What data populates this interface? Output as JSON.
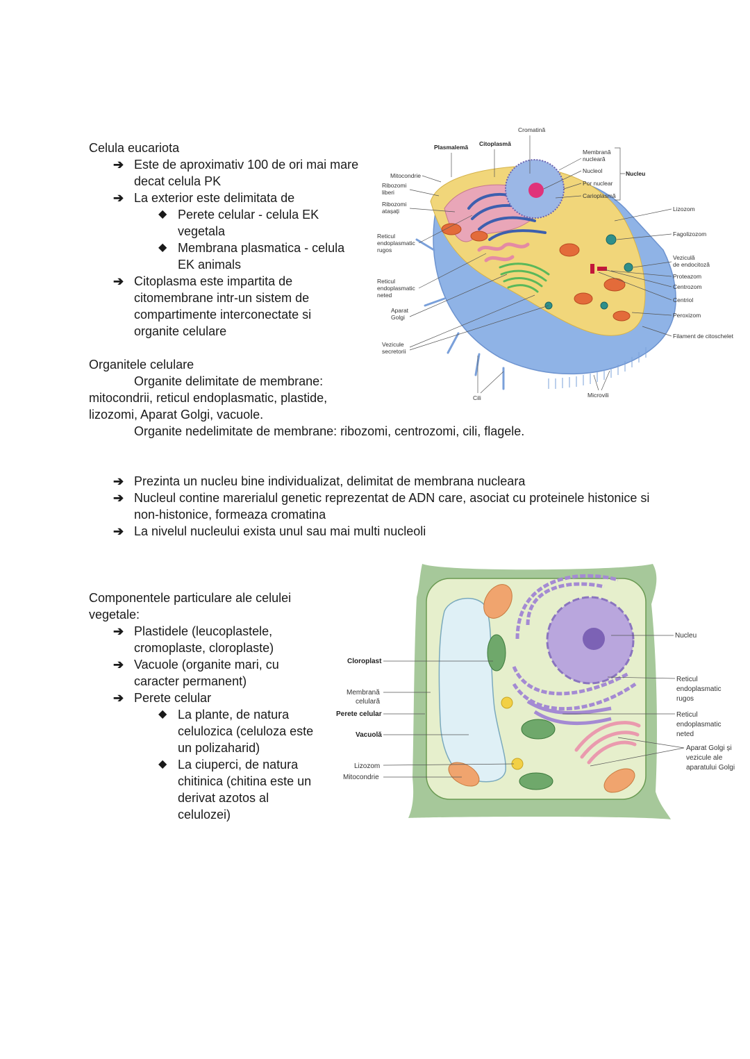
{
  "section1": {
    "title": "Celula eucariota",
    "b1": "Este de aproximativ 100 de ori mai mare decat celula PK",
    "b2": "La exterior este delimitata de",
    "b2a": "Perete celular - celula EK vegetala",
    "b2b": "Membrana plasmatica - celula EK animals",
    "b3": "Citoplasma este impartita de citomembrane intr-un sistem de compartimente interconectate si organite celulare"
  },
  "section2": {
    "title": "Organitele celulare",
    "p1_first": "Organite delimitate de membrane:",
    "p1_rest": "mitocondrii, reticul endoplasmatic, plastide, lizozomi, Aparat Golgi, vacuole.",
    "p2": "Organite nedelimitate de membrane: ribozomi, centrozomi, cili, flagele."
  },
  "section3": {
    "b1": "Prezinta un nucleu bine individualizat, delimitat de membrana nucleara",
    "b2": "Nucleul contine marerialul genetic reprezentat de ADN care, asociat cu proteinele histonice si non-histonice, formeaza cromatina",
    "b3": "La nivelul nucleului exista unul sau mai multi nucleoli"
  },
  "section4": {
    "title": "Componentele particulare ale celulei vegetale:",
    "b1": "Plastidele (leucoplastele, cromoplaste, cloroplaste)",
    "b2": "Vacuole (organite mari, cu caracter permanent)",
    "b3": "Perete celular",
    "b3a": "La plante, de natura celulozica (celuloza este un polizaharid)",
    "b3b": "La ciuperci, de natura chitinica (chitina este un derivat azotos al celulozei)"
  },
  "animal_cell": {
    "cromatina": "Cromatină",
    "plasmalema": "Plasmalemă",
    "citoplasma": "Citoplasmă",
    "membrana_nucleara_1": "Membrană",
    "membrana_nucleara_2": "nucleară",
    "nucleol": "Nucleol",
    "por_nuclear": "Por nuclear",
    "carioplasma": "Carioplasmă",
    "nucleu": "Nucleu",
    "mitocondrie": "Mitocondrie",
    "ribozomi_liberi_1": "Ribozomi",
    "ribozomi_liberi_2": "liberi",
    "ribozomi_atasati_1": "Ribozomi",
    "ribozomi_atasati_2": "atașați",
    "reticul_rugos_1": "Reticul",
    "reticul_rugos_2": "endoplasmatic",
    "reticul_rugos_3": "rugos",
    "reticul_neted_1": "Reticul",
    "reticul_neted_2": "endoplasmatic",
    "reticul_neted_3": "neted",
    "aparat_golgi_1": "Aparat",
    "aparat_golgi_2": "Golgi",
    "vezicule_1": "Vezicule",
    "vezicule_2": "secretorii",
    "lizozom": "Lizozom",
    "fagolizozom": "Fagolizozom",
    "vezicula_1": "Veziculă",
    "vezicula_2": "de endocitoză",
    "proteazom": "Proteazom",
    "centrozom": "Centrozom",
    "centriol": "Centriol",
    "peroxizom": "Peroxizom",
    "filament": "Filament de citoschelet",
    "cili": "Cili",
    "microvili": "Microvili"
  },
  "plant_cell": {
    "nucleu": "Nucleu",
    "cloroplast": "Cloroplast",
    "membrana_celulara_1": "Membrană",
    "membrana_celulara_2": "celulară",
    "perete_celular": "Perete celular",
    "vacuola": "Vacuolă",
    "lizozom": "Lizozom",
    "mitocondrie": "Mitocondrie",
    "rer_1": "Reticul",
    "rer_2": "endoplasmatic",
    "rer_3": "rugos",
    "ren_1": "Reticul",
    "ren_2": "endoplasmatic",
    "ren_3": "neted",
    "golgi_1": "Aparat Golgi și",
    "golgi_2": "vezicule ale",
    "golgi_3": "aparatului Golgi"
  }
}
